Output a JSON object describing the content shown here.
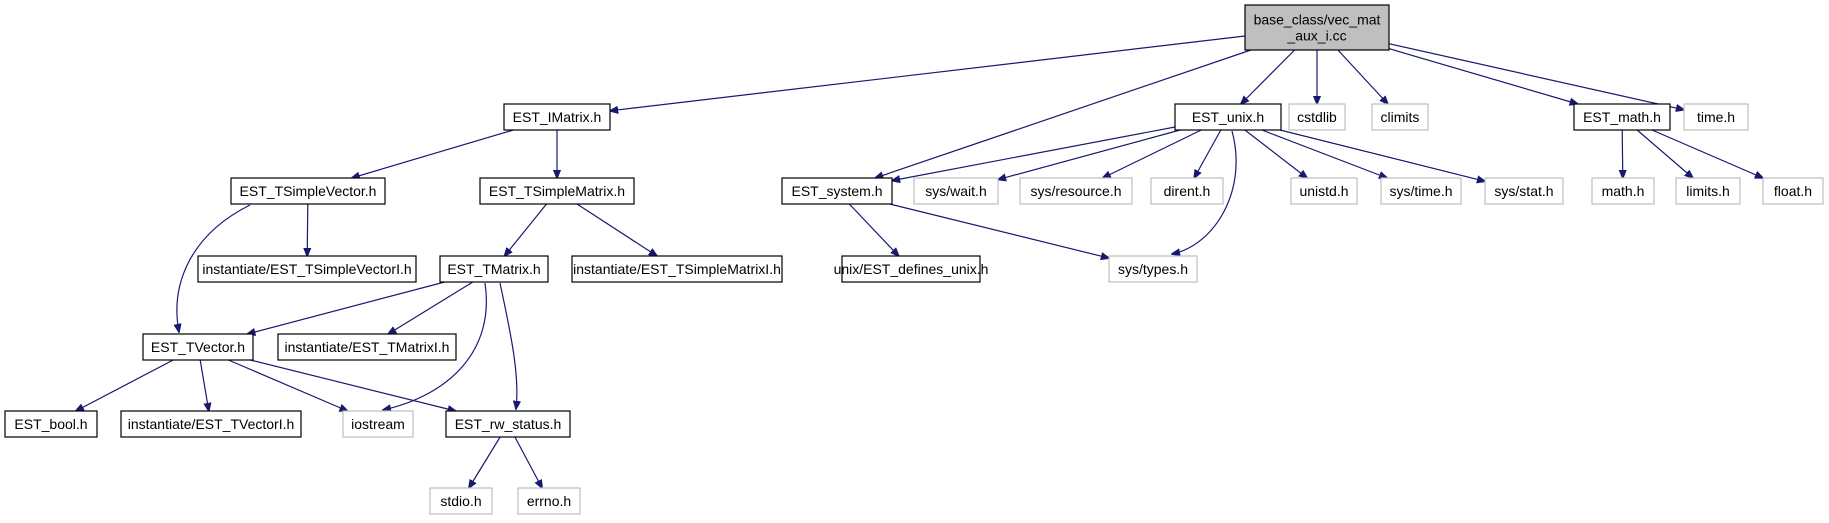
{
  "graph": {
    "colors": {
      "edge": "#191970",
      "documented_border": "#000000",
      "external_border": "#bfbfbf",
      "root_fill": "#bfbfbf"
    },
    "nodes": [
      {
        "id": "root",
        "kind": "root",
        "lines": [
          "base_class/vec_mat",
          "_aux_i.cc"
        ]
      },
      {
        "id": "imatrix",
        "kind": "documented",
        "lines": [
          "EST_IMatrix.h"
        ]
      },
      {
        "id": "unix",
        "kind": "documented",
        "lines": [
          "EST_unix.h"
        ]
      },
      {
        "id": "cstdlib",
        "kind": "external",
        "lines": [
          "cstdlib"
        ]
      },
      {
        "id": "climits",
        "kind": "external",
        "lines": [
          "climits"
        ]
      },
      {
        "id": "math",
        "kind": "documented",
        "lines": [
          "EST_math.h"
        ]
      },
      {
        "id": "time",
        "kind": "external",
        "lines": [
          "time.h"
        ]
      },
      {
        "id": "tsvec",
        "kind": "documented",
        "lines": [
          "EST_TSimpleVector.h"
        ]
      },
      {
        "id": "tsmat",
        "kind": "documented",
        "lines": [
          "EST_TSimpleMatrix.h"
        ]
      },
      {
        "id": "system",
        "kind": "documented",
        "lines": [
          "EST_system.h"
        ]
      },
      {
        "id": "syswait",
        "kind": "external",
        "lines": [
          "sys/wait.h"
        ]
      },
      {
        "id": "sysres",
        "kind": "external",
        "lines": [
          "sys/resource.h"
        ]
      },
      {
        "id": "dirent",
        "kind": "external",
        "lines": [
          "dirent.h"
        ]
      },
      {
        "id": "unistd",
        "kind": "external",
        "lines": [
          "unistd.h"
        ]
      },
      {
        "id": "systime",
        "kind": "external",
        "lines": [
          "sys/time.h"
        ]
      },
      {
        "id": "sysstat",
        "kind": "external",
        "lines": [
          "sys/stat.h"
        ]
      },
      {
        "id": "mathh",
        "kind": "external",
        "lines": [
          "math.h"
        ]
      },
      {
        "id": "limits",
        "kind": "external",
        "lines": [
          "limits.h"
        ]
      },
      {
        "id": "floath",
        "kind": "external",
        "lines": [
          "float.h"
        ]
      },
      {
        "id": "inst_tsvec",
        "kind": "documented",
        "lines": [
          "instantiate/EST_TSimpleVectorI.h"
        ]
      },
      {
        "id": "tmatrix",
        "kind": "documented",
        "lines": [
          "EST_TMatrix.h"
        ]
      },
      {
        "id": "inst_tsmat",
        "kind": "documented",
        "lines": [
          "instantiate/EST_TSimpleMatrixI.h"
        ]
      },
      {
        "id": "defines",
        "kind": "documented",
        "lines": [
          "unix/EST_defines_unix.h"
        ]
      },
      {
        "id": "systypes",
        "kind": "external",
        "lines": [
          "sys/types.h"
        ]
      },
      {
        "id": "tvector",
        "kind": "documented",
        "lines": [
          "EST_TVector.h"
        ]
      },
      {
        "id": "inst_tmat",
        "kind": "documented",
        "lines": [
          "instantiate/EST_TMatrixI.h"
        ]
      },
      {
        "id": "bool",
        "kind": "documented",
        "lines": [
          "EST_bool.h"
        ]
      },
      {
        "id": "inst_tvec",
        "kind": "documented",
        "lines": [
          "instantiate/EST_TVectorI.h"
        ]
      },
      {
        "id": "iostream",
        "kind": "external",
        "lines": [
          "iostream"
        ]
      },
      {
        "id": "rwstatus",
        "kind": "documented",
        "lines": [
          "EST_rw_status.h"
        ]
      },
      {
        "id": "stdio",
        "kind": "external",
        "lines": [
          "stdio.h"
        ]
      },
      {
        "id": "errno",
        "kind": "external",
        "lines": [
          "errno.h"
        ]
      }
    ],
    "edges": [
      {
        "from": "root",
        "to": "imatrix"
      },
      {
        "from": "root",
        "to": "system"
      },
      {
        "from": "root",
        "to": "unix"
      },
      {
        "from": "root",
        "to": "cstdlib"
      },
      {
        "from": "root",
        "to": "climits"
      },
      {
        "from": "root",
        "to": "math"
      },
      {
        "from": "root",
        "to": "time"
      },
      {
        "from": "imatrix",
        "to": "tsvec"
      },
      {
        "from": "imatrix",
        "to": "tsmat"
      },
      {
        "from": "tsvec",
        "to": "tvector"
      },
      {
        "from": "tsvec",
        "to": "inst_tsvec"
      },
      {
        "from": "tsmat",
        "to": "tmatrix"
      },
      {
        "from": "tsmat",
        "to": "inst_tsmat"
      },
      {
        "from": "tmatrix",
        "to": "tvector"
      },
      {
        "from": "tmatrix",
        "to": "inst_tmat"
      },
      {
        "from": "tmatrix",
        "to": "iostream"
      },
      {
        "from": "tmatrix",
        "to": "rwstatus"
      },
      {
        "from": "tvector",
        "to": "bool"
      },
      {
        "from": "tvector",
        "to": "inst_tvec"
      },
      {
        "from": "tvector",
        "to": "iostream"
      },
      {
        "from": "tvector",
        "to": "rwstatus"
      },
      {
        "from": "rwstatus",
        "to": "stdio"
      },
      {
        "from": "rwstatus",
        "to": "errno"
      },
      {
        "from": "unix",
        "to": "system"
      },
      {
        "from": "unix",
        "to": "syswait"
      },
      {
        "from": "unix",
        "to": "sysres"
      },
      {
        "from": "unix",
        "to": "dirent"
      },
      {
        "from": "unix",
        "to": "unistd"
      },
      {
        "from": "unix",
        "to": "systime"
      },
      {
        "from": "unix",
        "to": "sysstat"
      },
      {
        "from": "unix",
        "to": "systypes"
      },
      {
        "from": "system",
        "to": "defines"
      },
      {
        "from": "system",
        "to": "systypes"
      },
      {
        "from": "math",
        "to": "mathh"
      },
      {
        "from": "math",
        "to": "limits"
      },
      {
        "from": "math",
        "to": "floath"
      }
    ]
  }
}
